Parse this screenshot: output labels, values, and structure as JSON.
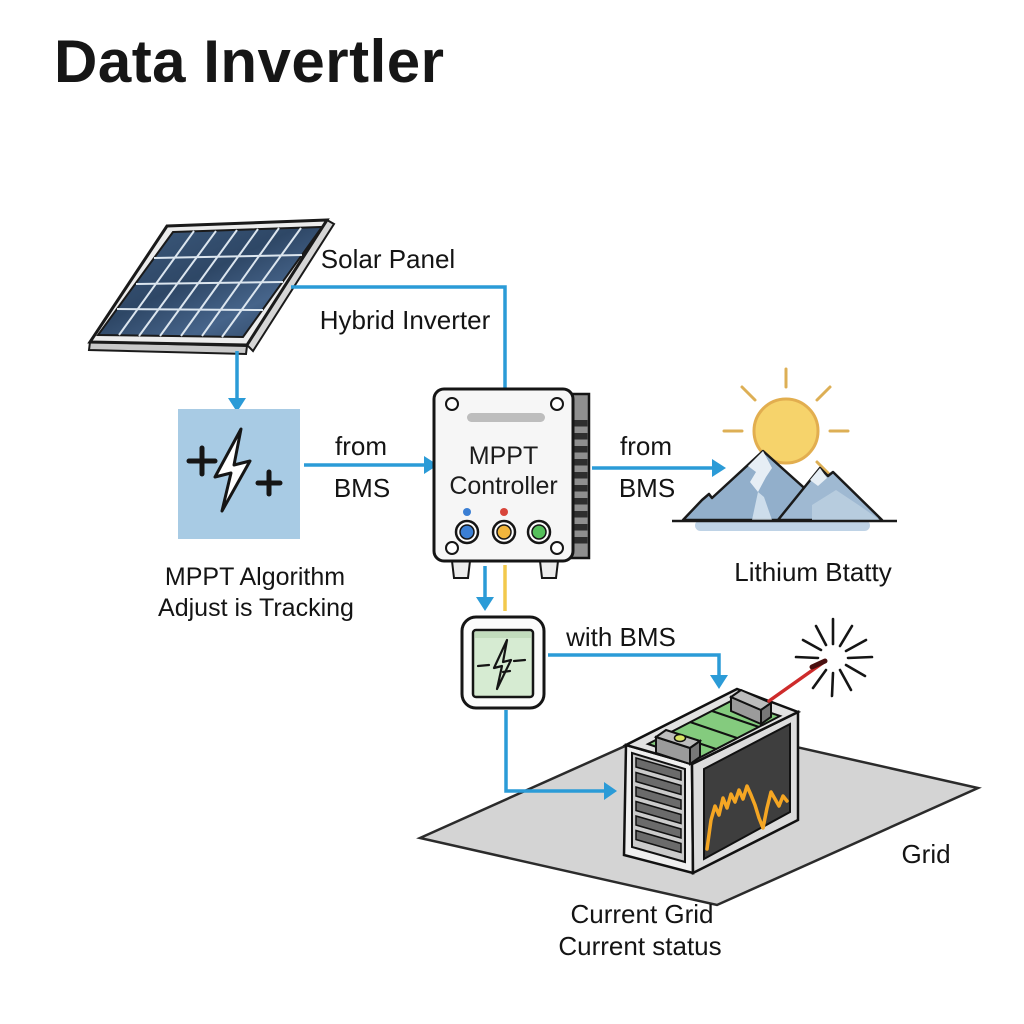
{
  "title": "Data Invertler",
  "labels": {
    "solar_panel": "Solar Panel",
    "hybrid_inverter": "Hybrid Inverter",
    "from_bms_left_line1": "from",
    "from_bms_left_line2": "BMS",
    "controller_line1": "MPPT",
    "controller_line2": "Controller",
    "from_bms_right_line1": "from",
    "from_bms_right_line2": "BMS",
    "algorithm_line1": "MPPT Algorithm",
    "algorithm_line2": "Adjust is Tracking",
    "lithium_battery": "Lithium Btatty",
    "with_bms": "with BMS",
    "grid": "Grid",
    "current_line1": "Current Grid",
    "current_line2": "Current status"
  },
  "colors": {
    "connector_blue": "#2B9BD7",
    "connector_yellow": "#F2C94C",
    "algorithm_box_blue": "#A8CBE4",
    "screen_green": "#D6EBD2",
    "battery_cell_green": "#84CB7E",
    "sun_yellow": "#F6D36B",
    "mountain_blue": "#92AFCB",
    "ground_gray": "#D4D4D4",
    "waveform_orange": "#F5A623",
    "spark_red_line": "#CE2B2B",
    "outline_dark": "#1A1A1A"
  }
}
